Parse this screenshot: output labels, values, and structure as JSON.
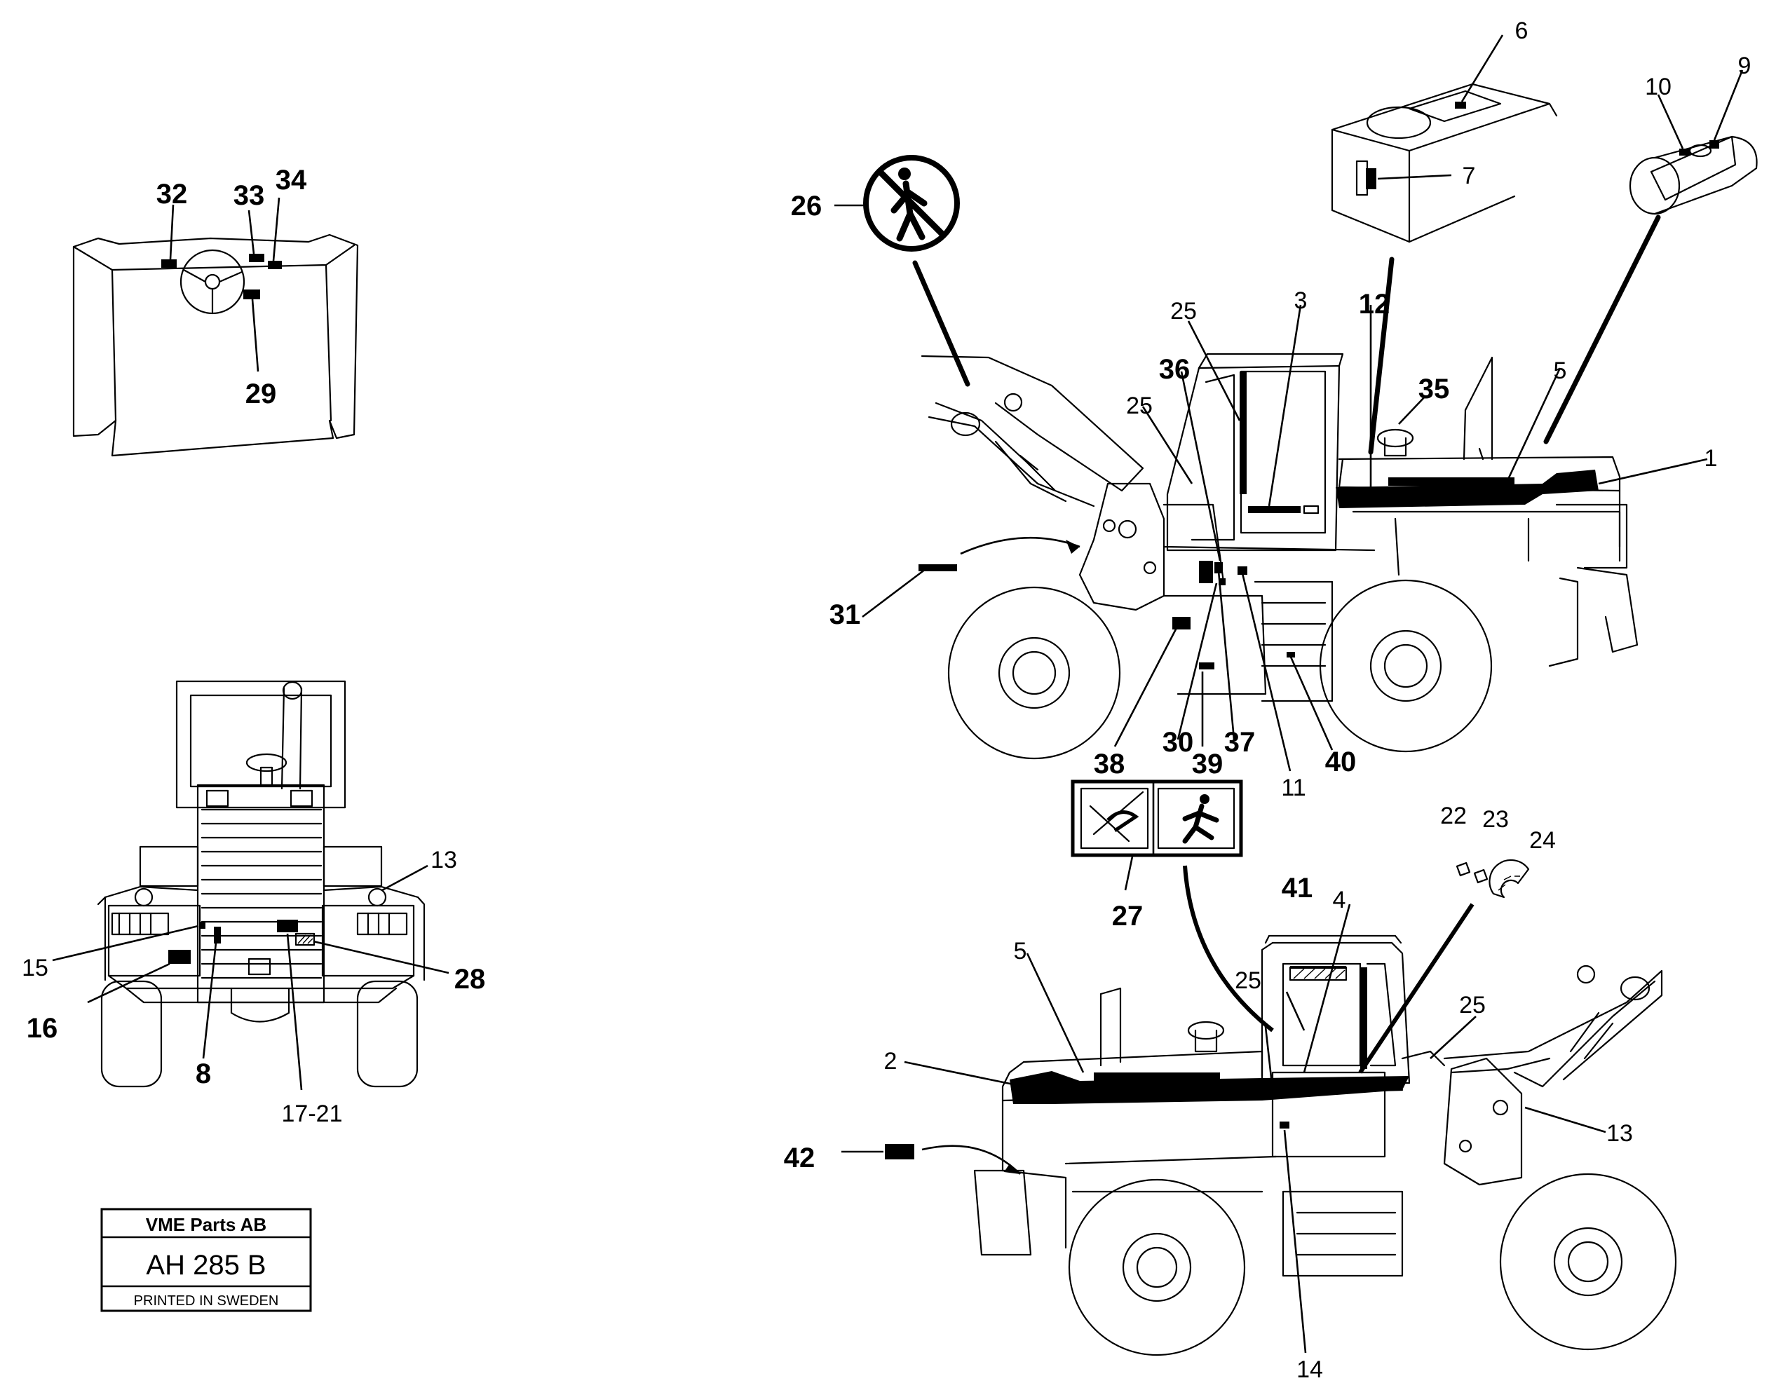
{
  "labels": {
    "l1": "1",
    "l2": "2",
    "l3": "3",
    "l4": "4",
    "l5a": "5",
    "l5b": "5",
    "l6": "6",
    "l7": "7",
    "l8": "8",
    "l9": "9",
    "l10": "10",
    "l11": "11",
    "l12": "12",
    "l13a": "13",
    "l13b": "13",
    "l14": "14",
    "l15": "15",
    "l16": "16",
    "l17": "17-21",
    "l22": "22",
    "l23": "23",
    "l24": "24",
    "l25a": "25",
    "l25b": "25",
    "l25c": "25",
    "l25d": "25",
    "l26": "26",
    "l27": "27",
    "l28": "28",
    "l29": "29",
    "l30": "30",
    "l31": "31",
    "l32": "32",
    "l33": "33",
    "l34": "34",
    "l35": "35",
    "l36": "36",
    "l37": "37",
    "l38": "38",
    "l39": "39",
    "l40": "40",
    "l41": "41",
    "l42": "42"
  },
  "title_block": {
    "company": "VME Parts AB",
    "code": "AH 285  B",
    "printed": "PRINTED IN SWEDEN"
  },
  "icons": [
    "no-entry-person-icon",
    "crush-hazard-icon",
    "running-person-icon",
    "fuel-tank-icon",
    "hydraulic-tank-icon",
    "steering-wheel-icon"
  ]
}
